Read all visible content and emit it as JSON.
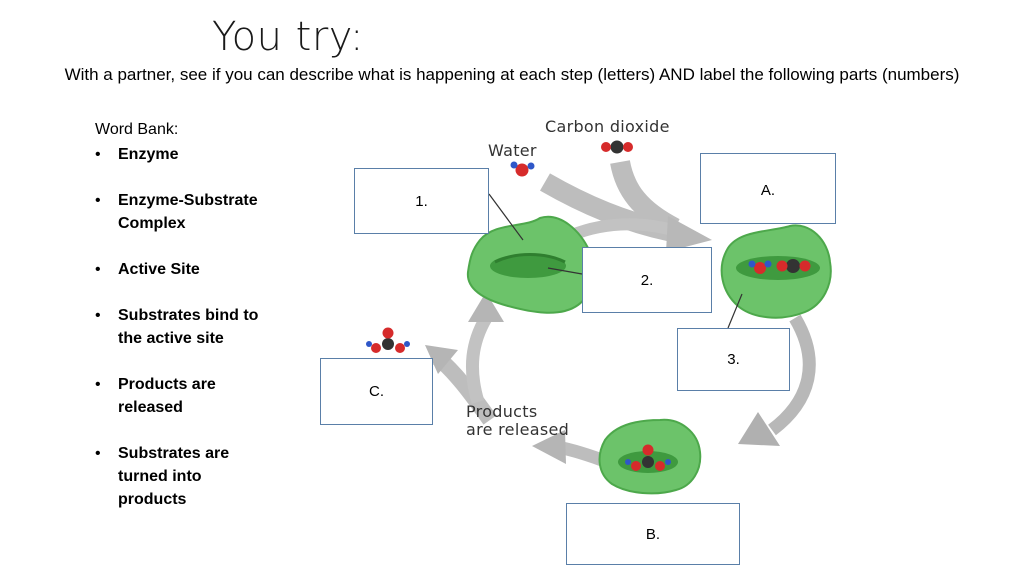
{
  "slide": {
    "title": "You try:",
    "subtitle": "With a partner, see if you can describe what is happening at each step (letters) AND label the following parts (numbers)"
  },
  "word_bank": {
    "heading": "Word Bank:",
    "items": [
      "Enzyme",
      "Enzyme-Substrate Complex",
      "Active Site",
      "Substrates bind to the active site",
      "Products are released",
      "Substrates are turned into products"
    ]
  },
  "diagram": {
    "labels": {
      "carbon_dioxide": "Carbon dioxide",
      "water": "Water",
      "products_line1": "Products",
      "products_line2": "are released"
    },
    "boxes": {
      "b1": "1.",
      "b2": "2.",
      "b3": "3.",
      "bA": "A.",
      "bB": "B.",
      "bC": "C."
    },
    "colors": {
      "enzyme": "#6cc36a",
      "enzyme_dark": "#3f9a3f",
      "arrow": "#b5b5b5",
      "carbon": "#333333",
      "oxygen": "#d62b2b",
      "hydrogen": "#2f57c8",
      "box_border": "#5a7fa8"
    }
  }
}
